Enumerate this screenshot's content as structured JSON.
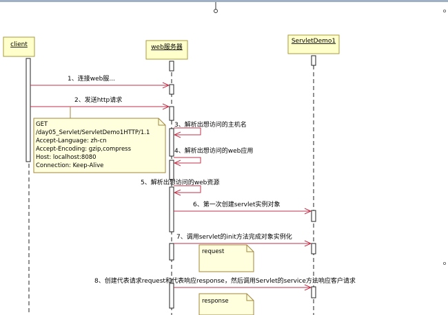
{
  "colors": {
    "message": "#c0334a",
    "actor_fill": "#ffffcc",
    "actor_border": "#a89a3a",
    "note_fill": "#ffffdd",
    "note_border": "#a0863c",
    "lifeline": "#222222",
    "top_bar": "#9fb0c4"
  },
  "participants": [
    {
      "id": "client",
      "label": "client"
    },
    {
      "id": "web",
      "label": "web服务器"
    },
    {
      "id": "servlet",
      "label": "ServletDemo1"
    }
  ],
  "messages": [
    {
      "label": "1、连接web服..."
    },
    {
      "label": "2、发送http请求"
    },
    {
      "label": "3、解析出想访问的主机名"
    },
    {
      "label": "4、解析出想访问的web应用"
    },
    {
      "label": "5、解析出想访问的web资源"
    },
    {
      "label": "6、第一次创建servlet实例对象"
    },
    {
      "label": "7、调用servlet的init方法完成对象实例化"
    },
    {
      "label": "8、创建代表请求request和代表响应response，然后调用Servlet的service方法响应客户请求"
    }
  ],
  "notes": {
    "http_request": {
      "lines": [
        "GET",
        "/day05_Servlet/ServletDemo1HTTP/1.1",
        "Accept-Language: zh-cn",
        "Accept-Encoding: gzip,compress",
        "Host: localhost:8080",
        "Connection: Keep-Alive"
      ]
    },
    "request": {
      "label": "request"
    },
    "response": {
      "label": "response"
    }
  }
}
